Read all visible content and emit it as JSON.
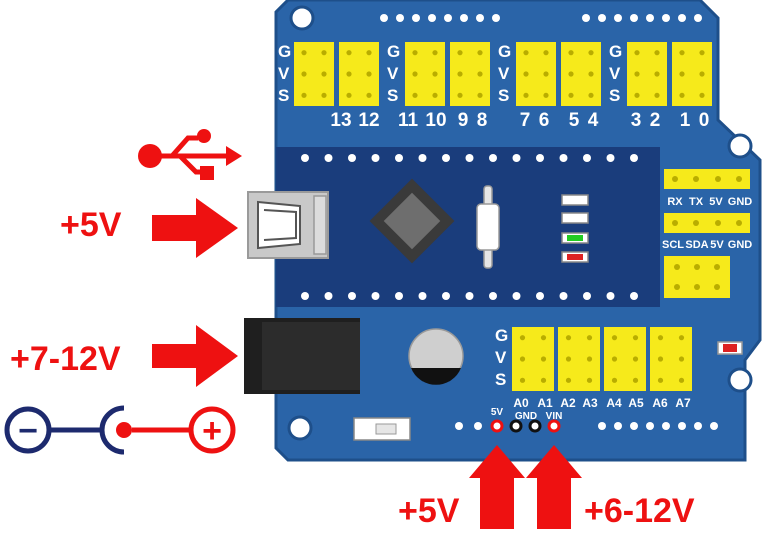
{
  "colors": {
    "board": "#2a64a8",
    "board_edge": "#1e4f8a",
    "nano": "#1a3d7c",
    "header_yellow": "#f6ea1b",
    "power_red": "#ee1111",
    "ground_navy": "#1d2a6e"
  },
  "labels": {
    "usb_in": "+5V",
    "dc_jack_in": "+7-12V",
    "pin_5v_in": "+5V",
    "pin_vin_in": "+6-12V"
  },
  "header_row_letters": [
    "G",
    "V",
    "S"
  ],
  "digital_numbers": [
    "13",
    "12",
    "11",
    "10",
    "9",
    "8",
    "7",
    "6",
    "5",
    "4",
    "3",
    "2",
    "1",
    "0"
  ],
  "uart_header": {
    "labels": [
      "RX",
      "TX",
      "5V",
      "GND"
    ]
  },
  "i2c_header": {
    "labels": [
      "SCL",
      "SDA",
      "5V",
      "GND"
    ]
  },
  "analog_numbers": [
    "A0",
    "A1",
    "A2",
    "A3",
    "A4",
    "A5",
    "A6",
    "A7"
  ],
  "power_pins": {
    "labels": [
      "5V",
      "GND",
      "VIN"
    ]
  },
  "polarity": {
    "minus": "−",
    "plus": "+"
  },
  "icons": {
    "usb": "usb-icon",
    "arrow": "arrow-right-icon",
    "arrow_up": "arrow-up-icon"
  }
}
